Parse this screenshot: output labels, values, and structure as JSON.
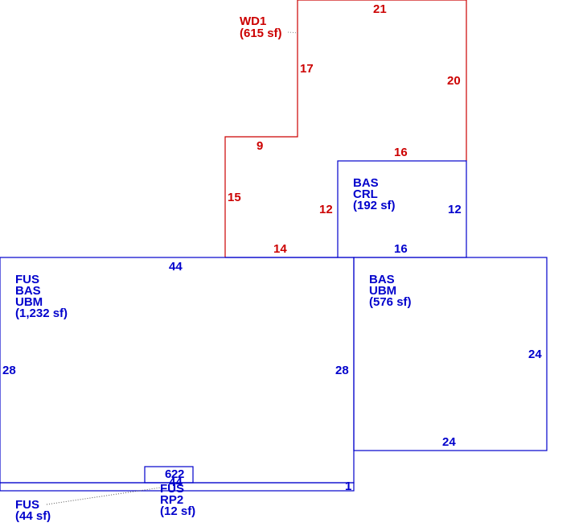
{
  "colors": {
    "deck": "#cc0000",
    "building": "#0000cc"
  },
  "deck_area": {
    "code": "WD1",
    "area": "(615 sf)",
    "dims": {
      "top": "21",
      "inner_left": "17",
      "right": "20",
      "bottom_right": "16",
      "step": "9",
      "left": "15",
      "inner": "12",
      "bottom": "14"
    }
  },
  "crl_area": {
    "lines": [
      "BAS",
      "CRL",
      "(192 sf)"
    ],
    "dims": {
      "right": "12",
      "bottom": "16"
    }
  },
  "main_area": {
    "lines": [
      "FUS",
      "BAS",
      "UBM",
      "(1,232 sf)"
    ],
    "dims": {
      "top": "44",
      "left": "28",
      "right": "28"
    }
  },
  "ubm_area": {
    "lines": [
      "BAS",
      "UBM",
      "(576 sf)"
    ],
    "dims": {
      "right": "24",
      "bottom": "24"
    }
  },
  "fus_strip": {
    "lines": [
      "FUS",
      "(44 sf)"
    ],
    "dims": {
      "end": "1",
      "bottom": "44"
    }
  },
  "rp2_area": {
    "lines": [
      "FUS",
      "RP2",
      "(12 sf)"
    ],
    "dims": {
      "width": "6",
      "length": "2",
      "mid": "2"
    }
  }
}
